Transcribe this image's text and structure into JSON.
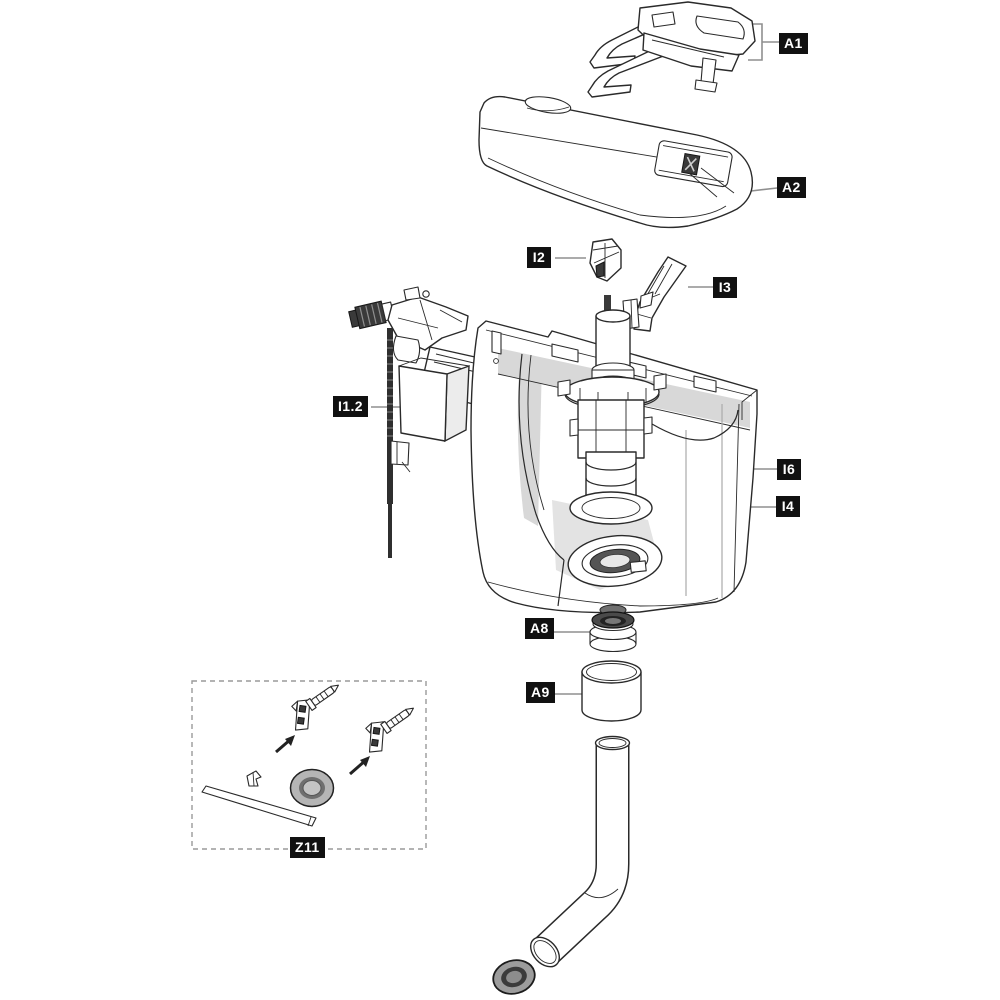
{
  "diagram_labels": {
    "a1": "A1",
    "a2": "A2",
    "i2": "I2",
    "i3": "I3",
    "i12": "I1.2",
    "i6": "I6",
    "i4": "I4",
    "a8": "A8",
    "a9": "A9",
    "z11": "Z11"
  },
  "parts": [
    {
      "code": "A1",
      "name": "flush-actuator-lever-assembly"
    },
    {
      "code": "A2",
      "name": "cistern-lid"
    },
    {
      "code": "I2",
      "name": "corner-bracket"
    },
    {
      "code": "I3",
      "name": "support-rail-bracket"
    },
    {
      "code": "I1.2",
      "name": "fill-valve-with-float"
    },
    {
      "code": "I6",
      "name": "flush-valve-cartridge"
    },
    {
      "code": "I4",
      "name": "flush-valve-base-gasket"
    },
    {
      "code": "A8",
      "name": "outlet-foam-seal"
    },
    {
      "code": "A9",
      "name": "outlet-sleeve"
    },
    {
      "code": "Z11",
      "name": "wall-mounting-kit"
    }
  ],
  "colors": {
    "background": "#ffffff",
    "line": "#2a2a2a",
    "label_background": "#111111",
    "label_text": "#ffffff",
    "leader_line": "#8f8f8f",
    "interior_shading": "#d8d8d8",
    "dark_part": "#3a3a3a"
  }
}
